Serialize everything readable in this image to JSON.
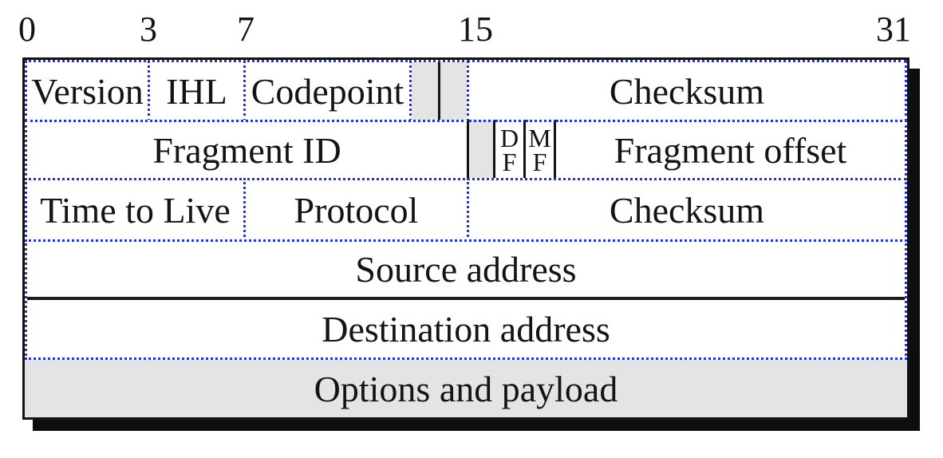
{
  "palette": {
    "dotted_blue": "#2334cf",
    "fill_gray": "#e4e4e4",
    "line_black": "#131313"
  },
  "bit_scale": {
    "labels": [
      {
        "text": "0"
      },
      {
        "text": "3"
      },
      {
        "text": "7"
      },
      {
        "text": "15"
      },
      {
        "text": "31"
      }
    ]
  },
  "header_rows": {
    "row1": {
      "version": "Version",
      "ihl": "IHL",
      "codepoint": "Codepoint",
      "checksum": "Checksum"
    },
    "row2": {
      "fragment_id": "Fragment ID",
      "df_top": "D",
      "df_bottom": "F",
      "mf_top": "M",
      "mf_bottom": "F",
      "fragment_offset": "Fragment offset"
    },
    "row3": {
      "time_to_live": "Time to Live",
      "protocol": "Protocol",
      "checksum": "Checksum"
    },
    "row4": {
      "source": "Source address"
    },
    "row5": {
      "destination": "Destination address"
    },
    "row6": {
      "options": "Options and payload"
    }
  }
}
